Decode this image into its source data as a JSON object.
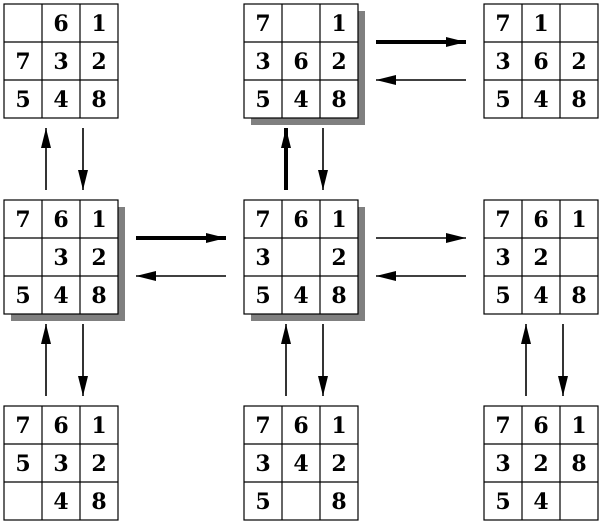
{
  "puzzles": [
    {
      "id": "p1",
      "cells": [
        "",
        "6",
        "1",
        "7",
        "3",
        "2",
        "5",
        "4",
        "8"
      ],
      "shadow": false
    },
    {
      "id": "p2",
      "cells": [
        "7",
        "",
        "1",
        "3",
        "6",
        "2",
        "5",
        "4",
        "8"
      ],
      "shadow": true
    },
    {
      "id": "p3",
      "cells": [
        "7",
        "1",
        "",
        "3",
        "6",
        "2",
        "5",
        "4",
        "8"
      ],
      "shadow": false
    },
    {
      "id": "p4",
      "cells": [
        "7",
        "6",
        "1",
        "",
        "3",
        "2",
        "5",
        "4",
        "8"
      ],
      "shadow": true
    },
    {
      "id": "p5",
      "cells": [
        "7",
        "6",
        "1",
        "3",
        "",
        "2",
        "5",
        "4",
        "8"
      ],
      "shadow": true
    },
    {
      "id": "p6",
      "cells": [
        "7",
        "6",
        "1",
        "3",
        "2",
        "",
        "5",
        "4",
        "8"
      ],
      "shadow": false
    },
    {
      "id": "p7",
      "cells": [
        "7",
        "6",
        "1",
        "5",
        "3",
        "2",
        "",
        "4",
        "8"
      ],
      "shadow": false
    },
    {
      "id": "p8",
      "cells": [
        "7",
        "6",
        "1",
        "3",
        "4",
        "2",
        "5",
        "",
        "8"
      ],
      "shadow": false
    },
    {
      "id": "p9",
      "cells": [
        "7",
        "6",
        "1",
        "3",
        "2",
        "8",
        "5",
        "4",
        ""
      ],
      "shadow": false
    }
  ],
  "arrows": [
    {
      "from": "p4",
      "to": "p1",
      "bold": false
    },
    {
      "from": "p1",
      "to": "p4",
      "bold": false
    },
    {
      "from": "p5",
      "to": "p2",
      "bold": true
    },
    {
      "from": "p2",
      "to": "p5",
      "bold": false
    },
    {
      "from": "p2",
      "to": "p3",
      "bold": true
    },
    {
      "from": "p3",
      "to": "p2",
      "bold": false
    },
    {
      "from": "p4",
      "to": "p5",
      "bold": true
    },
    {
      "from": "p5",
      "to": "p4",
      "bold": false
    },
    {
      "from": "p5",
      "to": "p6",
      "bold": false
    },
    {
      "from": "p6",
      "to": "p5",
      "bold": false
    },
    {
      "from": "p7",
      "to": "p4",
      "bold": false
    },
    {
      "from": "p4",
      "to": "p7",
      "bold": false
    },
    {
      "from": "p8",
      "to": "p5",
      "bold": false
    },
    {
      "from": "p5",
      "to": "p8",
      "bold": false
    },
    {
      "from": "p9",
      "to": "p6",
      "bold": false
    },
    {
      "from": "p6",
      "to": "p9",
      "bold": false
    }
  ],
  "colors": {
    "line": "#000000",
    "shadow": "#808080",
    "background": "#ffffff"
  }
}
